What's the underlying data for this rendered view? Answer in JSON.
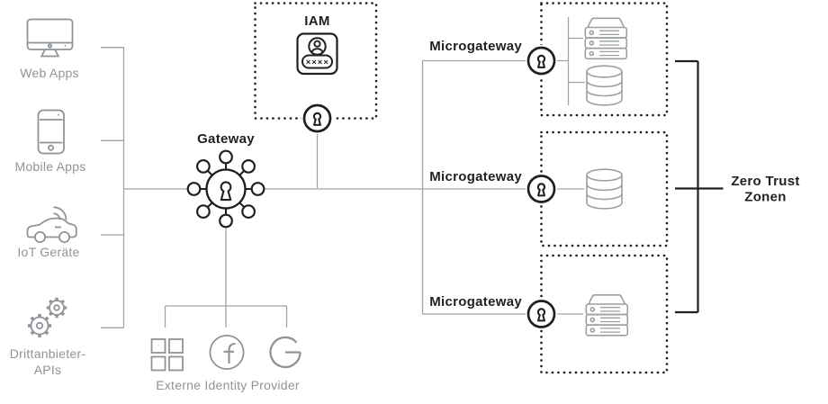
{
  "diagram": {
    "clients": {
      "items": [
        {
          "label": "Web Apps",
          "icon": "desktop-computer-icon"
        },
        {
          "label": "Mobile Apps",
          "icon": "smartphone-icon"
        },
        {
          "label": "IoT Geräte",
          "icon": "connected-car-icon"
        },
        {
          "label_line1": "Drittanbieter-",
          "label_line2": "APIs",
          "icon": "gears-icon"
        }
      ]
    },
    "gateway": {
      "label": "Gateway",
      "icon": "keyhole-hub-icon"
    },
    "iam": {
      "label": "IAM",
      "icon": "id-card-icon",
      "password_mask": "××××",
      "lock_icon": "keyhole-lock-icon"
    },
    "microgateways": [
      {
        "label": "Microgateway",
        "lock_icon": "keyhole-lock-icon",
        "zone_contents": [
          "server-stack",
          "database"
        ]
      },
      {
        "label": "Microgateway",
        "lock_icon": "keyhole-lock-icon",
        "zone_contents": [
          "database"
        ]
      },
      {
        "label": "Microgateway",
        "lock_icon": "keyhole-lock-icon",
        "zone_contents": [
          "server-stack"
        ]
      }
    ],
    "zero_trust": {
      "label_line1": "Zero Trust",
      "label_line2": "Zonen"
    },
    "identity_providers": {
      "label": "Externe Identity Provider",
      "providers": [
        "grid-apps",
        "facebook",
        "google"
      ]
    },
    "colors": {
      "ink": "#1d2023",
      "gray_text": "#8e9499",
      "line": "#9ea4a2",
      "zone_icon": "#9aa09f",
      "background": "#ffffff"
    }
  }
}
